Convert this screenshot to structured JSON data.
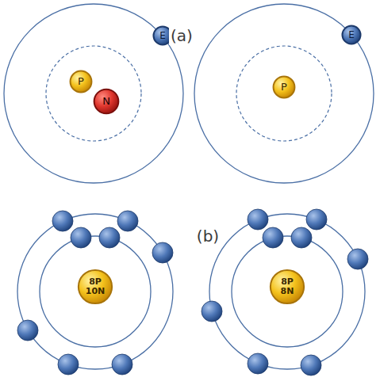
{
  "diagram": {
    "nodes": [
      {
        "text": [
          "E"
        ]
      },
      {
        "text": [
          "P"
        ]
      },
      {
        "text": [
          "N"
        ]
      },
      {
        "text": [
          "E"
        ]
      },
      {
        "text": [
          "P"
        ]
      },
      {
        "text": [
          "8P 10N"
        ]
      },
      {
        "text": [
          "8P 8N"
        ]
      }
    ],
    "labels": [
      "(a)",
      "(b)"
    ]
  }
}
